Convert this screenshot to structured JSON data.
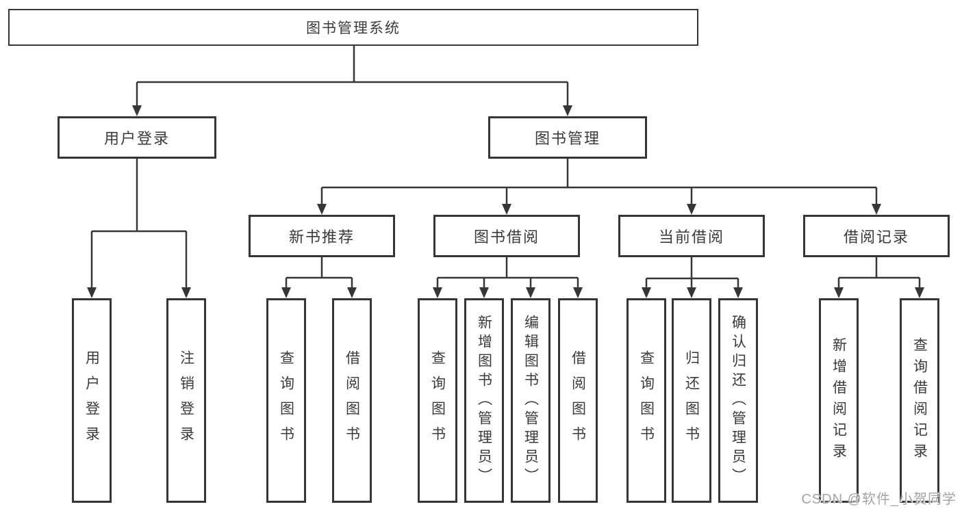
{
  "diagram": {
    "root": {
      "label": "图书管理系统"
    },
    "level2": {
      "user_login": {
        "label": "用户登录"
      },
      "book_mgmt": {
        "label": "图书管理"
      }
    },
    "level3": {
      "new_books": {
        "label": "新书推荐"
      },
      "book_borrow": {
        "label": "图书借阅"
      },
      "current_borrow": {
        "label": "当前借阅"
      },
      "borrow_records": {
        "label": "借阅记录"
      }
    },
    "leaves": {
      "user_login_1": {
        "label": "用户登录"
      },
      "user_login_2": {
        "label": "注销登录"
      },
      "new_books_1": {
        "label": "查询图书"
      },
      "new_books_2": {
        "label": "借阅图书"
      },
      "book_borrow_1": {
        "label": "查询图书"
      },
      "book_borrow_2": {
        "label": "新增图书（管理员）"
      },
      "book_borrow_3": {
        "label": "编辑图书（管理员）"
      },
      "book_borrow_4": {
        "label": "借阅图书"
      },
      "current_borrow_1": {
        "label": "查询图书"
      },
      "current_borrow_2": {
        "label": "归还图书"
      },
      "current_borrow_3": {
        "label": "确认归还（管理员）"
      }
    },
    "leaves2": {
      "borrow_records_1": {
        "label": "新增借阅记录"
      },
      "borrow_records_2": {
        "label": "查询借阅记录"
      }
    }
  },
  "watermark": {
    "text": "CSDN @软件_小贺同学"
  },
  "colors": {
    "line": "#363636",
    "box_border": "#363636",
    "text": "#3a3a3a",
    "background": "#ffffff",
    "watermark_text": "#a3a3a3"
  }
}
